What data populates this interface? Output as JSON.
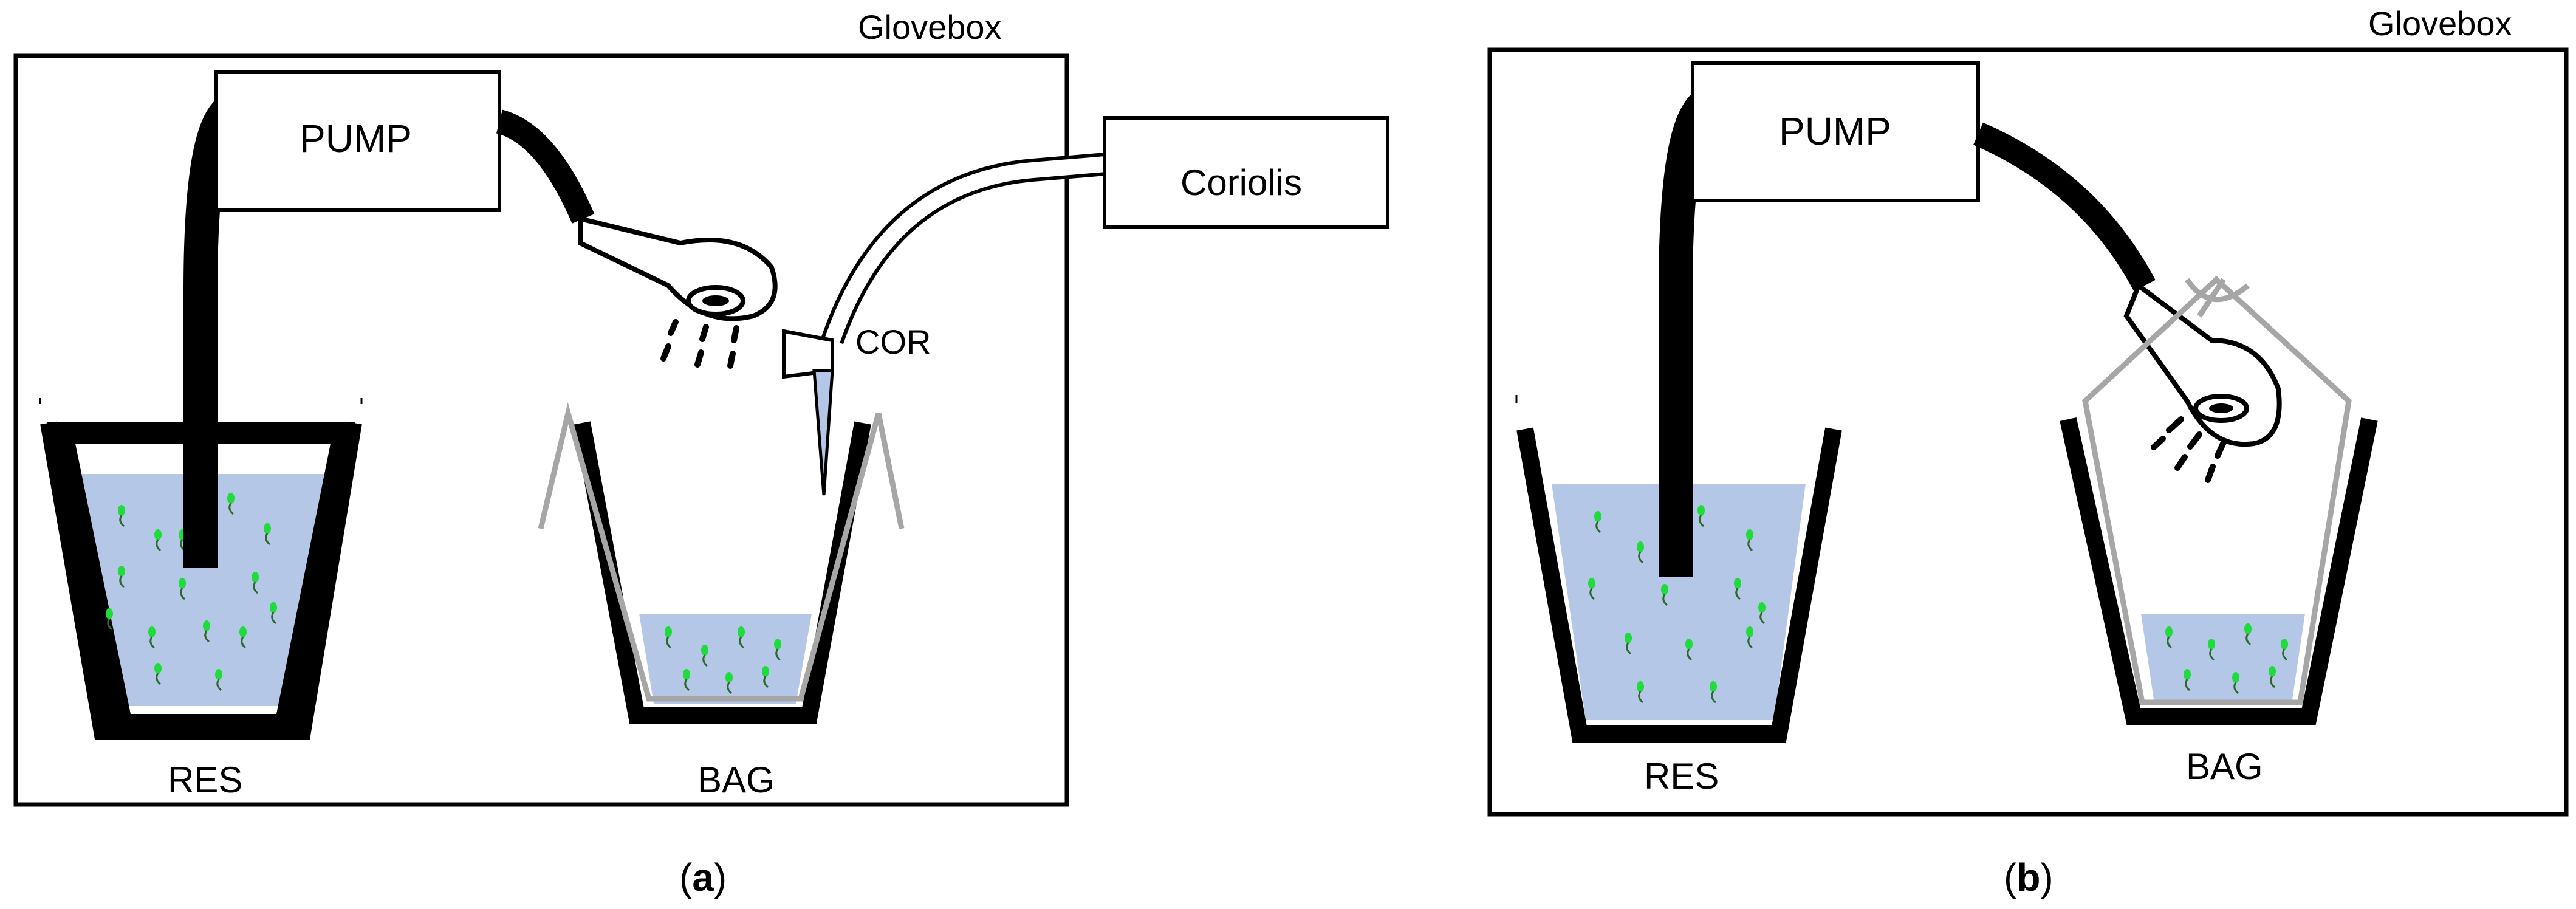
{
  "panel_a": {
    "box_label": "Glovebox",
    "pump_label": "PUMP",
    "coriolis_label": "Coriolis",
    "cor_label": "COR",
    "res_label": "RES",
    "bag_label": "BAG",
    "caption_open": "(",
    "caption_letter": "a",
    "caption_close": ")"
  },
  "panel_b": {
    "box_label": "Glovebox",
    "pump_label": "PUMP",
    "res_label": "RES",
    "bag_label": "BAG",
    "caption_open": "(",
    "caption_letter": "b",
    "caption_close": ")"
  },
  "colors": {
    "liquid": "#b4c7e7",
    "frame": "#000000",
    "bag_liner": "#a6a6a6",
    "organism": "#1fdc3c"
  }
}
